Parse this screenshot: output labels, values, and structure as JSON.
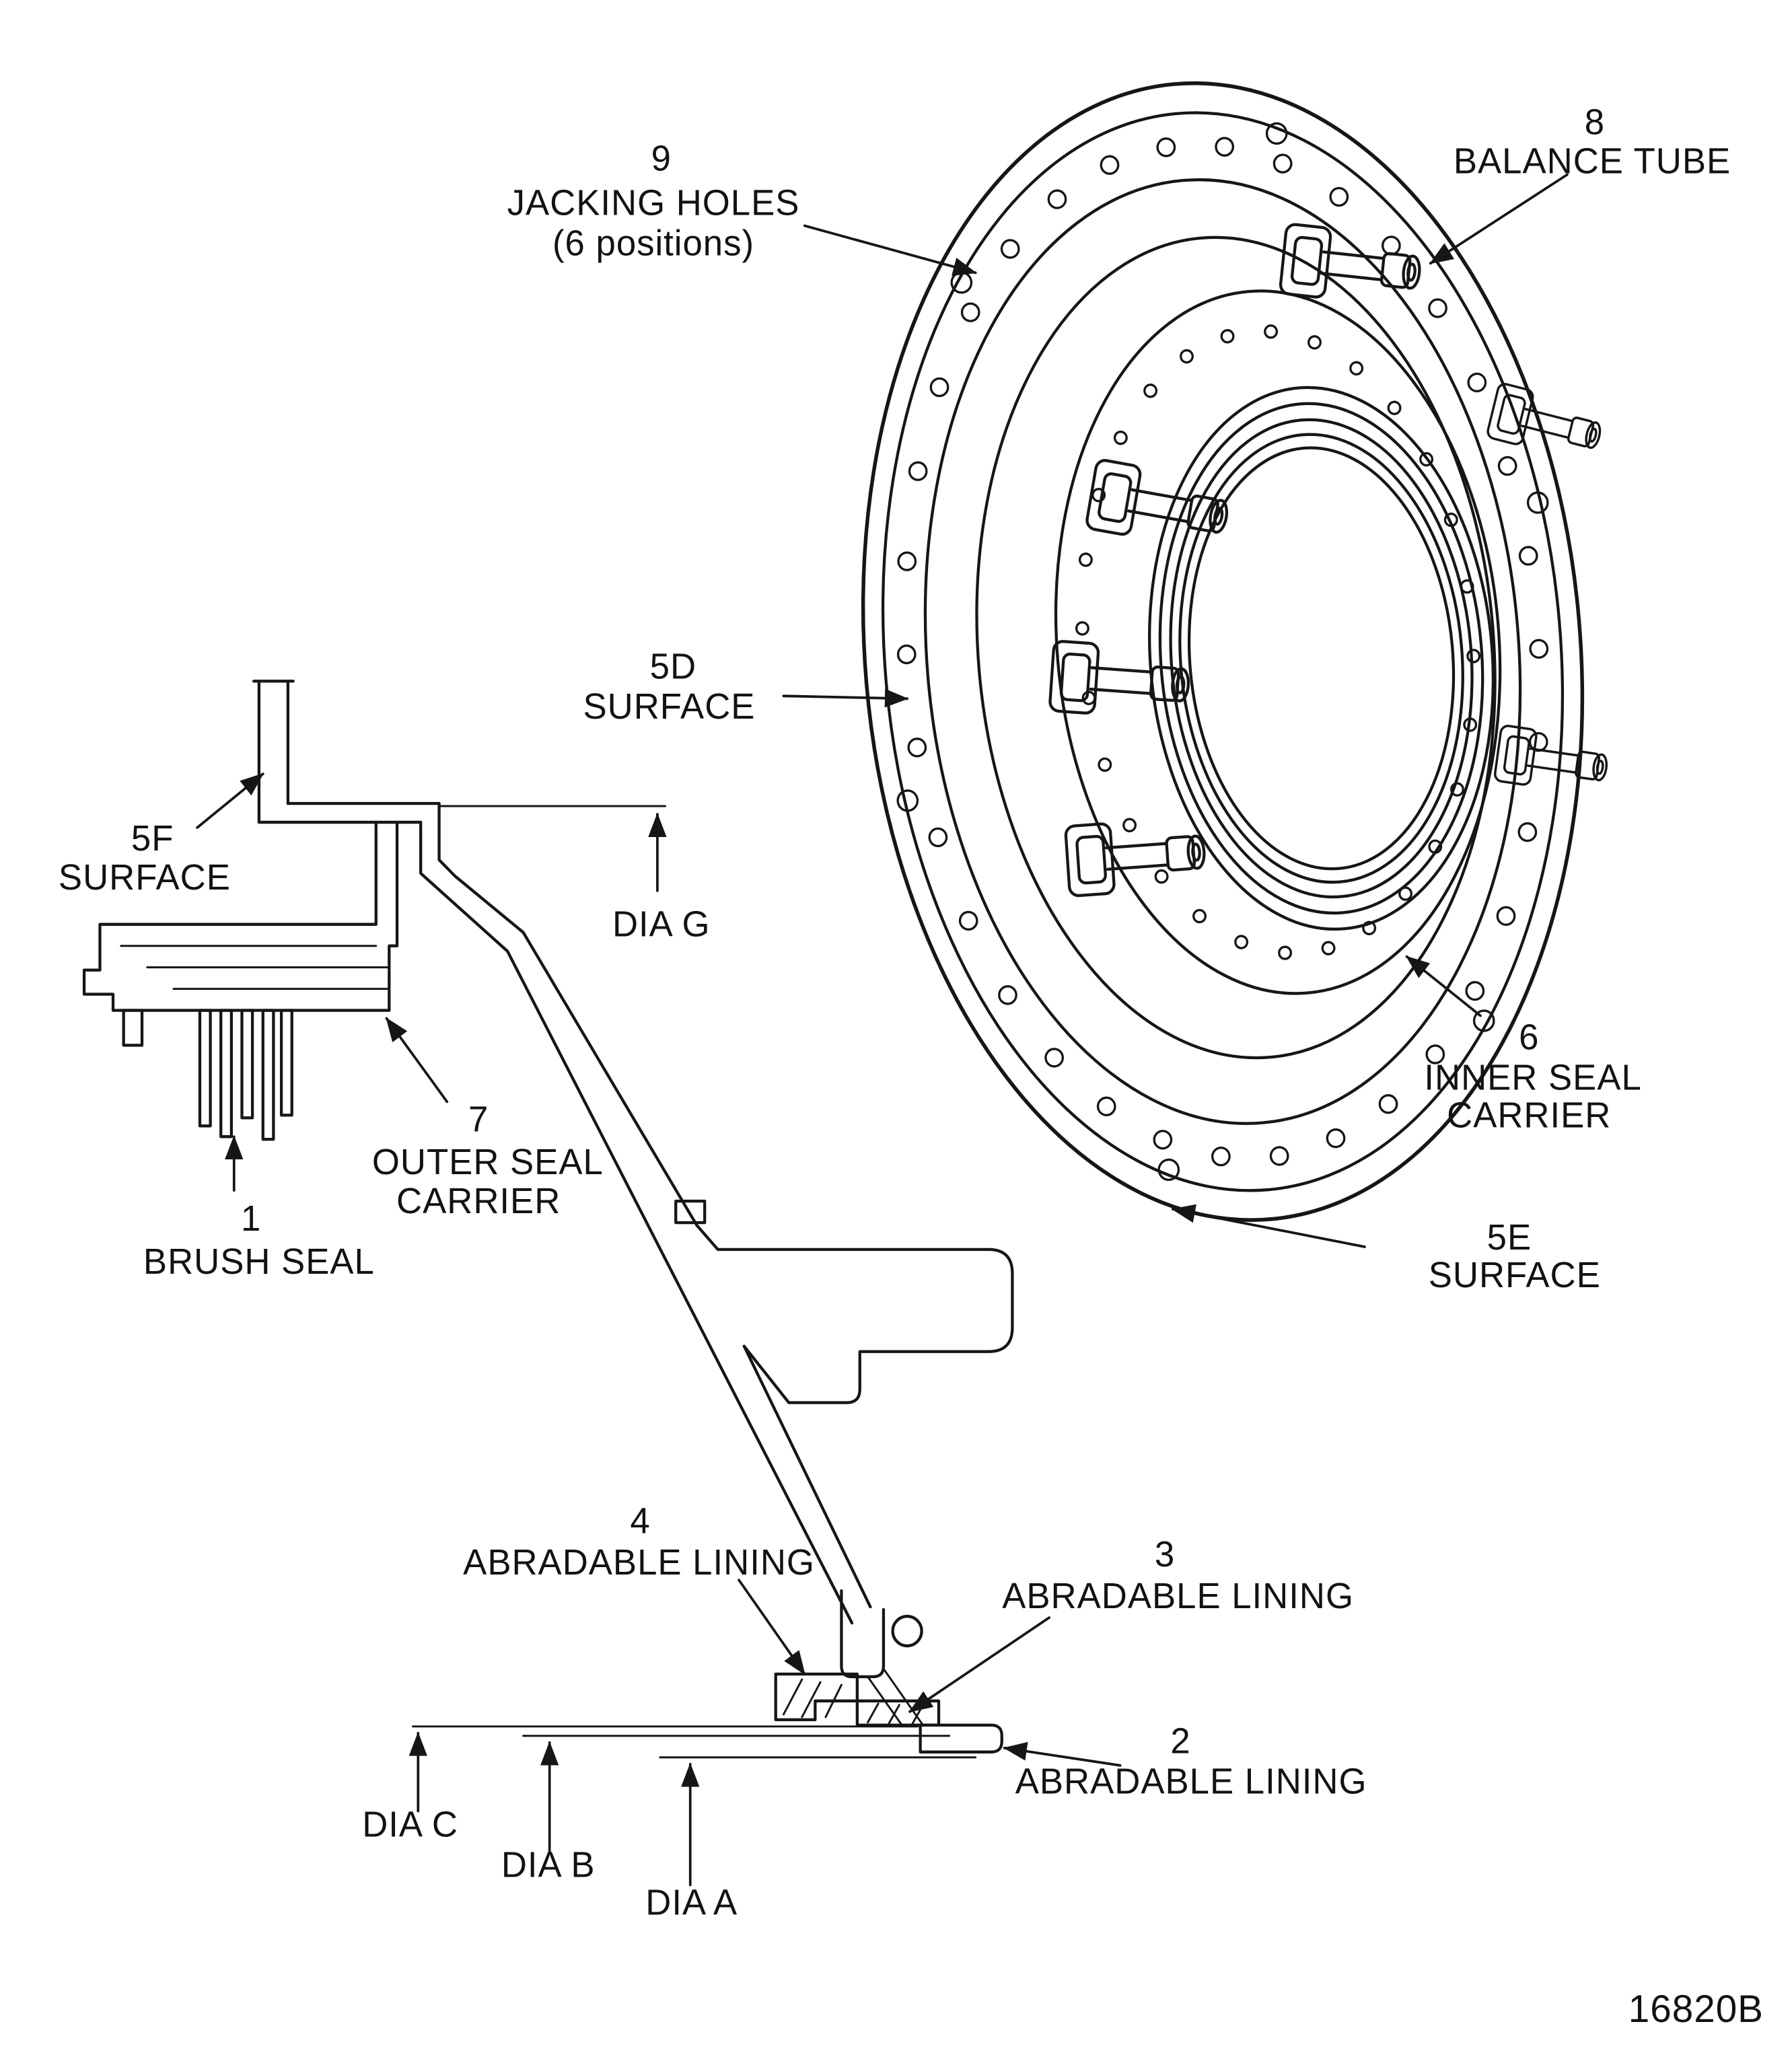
{
  "figure": {
    "id_number": "16820B"
  },
  "colors": {
    "line": "#161616",
    "background": "#ffffff"
  },
  "labels": {
    "jacking_holes": {
      "number": "9",
      "line1": "JACKING HOLES",
      "line2": "(6 positions)"
    },
    "balance_tube": {
      "number": "8",
      "line1": "BALANCE TUBE"
    },
    "surface_5d": {
      "code": "5D",
      "line1": "SURFACE"
    },
    "surface_5f": {
      "code": "5F",
      "line1": "SURFACE"
    },
    "dia_g": {
      "text": "DIA G"
    },
    "outer_seal_carrier": {
      "number": "7",
      "line1": "OUTER SEAL",
      "line2": "CARRIER"
    },
    "brush_seal": {
      "number": "1",
      "line1": "BRUSH SEAL"
    },
    "inner_seal_carrier": {
      "number": "6",
      "line1": "INNER SEAL",
      "line2": "CARRIER"
    },
    "surface_5e": {
      "code": "5E",
      "line1": "SURFACE"
    },
    "abradable_lining_4": {
      "number": "4",
      "line1": "ABRADABLE LINING"
    },
    "abradable_lining_3": {
      "number": "3",
      "line1": "ABRADABLE LINING"
    },
    "abradable_lining_2": {
      "number": "2",
      "line1": "ABRADABLE LINING"
    },
    "dia_c": {
      "text": "DIA C"
    },
    "dia_b": {
      "text": "DIA B"
    },
    "dia_a": {
      "text": "DIA A"
    }
  }
}
